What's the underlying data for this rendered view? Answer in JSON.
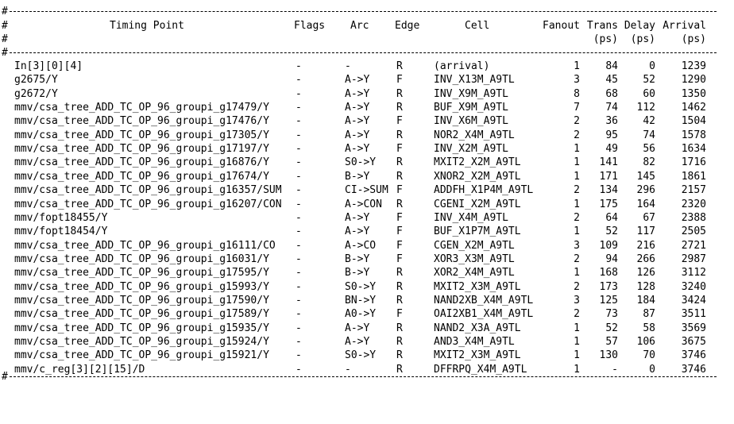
{
  "header": {
    "comment_mark": "#",
    "timing_point": "Timing Point",
    "flags": "Flags",
    "arc": "Arc",
    "edge": "Edge",
    "cell": "Cell",
    "fanout": "Fanout",
    "trans": "Trans",
    "trans_unit": "(ps)",
    "delay": "Delay",
    "delay_unit": "(ps)",
    "arrival": "Arrival",
    "arrival_unit": "(ps)"
  },
  "rows": [
    {
      "point": "In[3][0][4]",
      "flags": "-",
      "arc": "-",
      "edge": "R",
      "cell": "(arrival)",
      "fanout": "1",
      "trans": "84",
      "delay": "0",
      "arrival": "1239"
    },
    {
      "point": "g2675/Y",
      "flags": "-",
      "arc": "A->Y",
      "edge": "F",
      "cell": "INV_X13M_A9TL",
      "fanout": "3",
      "trans": "45",
      "delay": "52",
      "arrival": "1290"
    },
    {
      "point": "g2672/Y",
      "flags": "-",
      "arc": "A->Y",
      "edge": "R",
      "cell": "INV_X9M_A9TL",
      "fanout": "8",
      "trans": "68",
      "delay": "60",
      "arrival": "1350"
    },
    {
      "point": "mmv/csa_tree_ADD_TC_OP_96_groupi_g17479/Y",
      "flags": "-",
      "arc": "A->Y",
      "edge": "R",
      "cell": "BUF_X9M_A9TL",
      "fanout": "7",
      "trans": "74",
      "delay": "112",
      "arrival": "1462"
    },
    {
      "point": "mmv/csa_tree_ADD_TC_OP_96_groupi_g17476/Y",
      "flags": "-",
      "arc": "A->Y",
      "edge": "F",
      "cell": "INV_X6M_A9TL",
      "fanout": "2",
      "trans": "36",
      "delay": "42",
      "arrival": "1504"
    },
    {
      "point": "mmv/csa_tree_ADD_TC_OP_96_groupi_g17305/Y",
      "flags": "-",
      "arc": "A->Y",
      "edge": "R",
      "cell": "NOR2_X4M_A9TL",
      "fanout": "2",
      "trans": "95",
      "delay": "74",
      "arrival": "1578"
    },
    {
      "point": "mmv/csa_tree_ADD_TC_OP_96_groupi_g17197/Y",
      "flags": "-",
      "arc": "A->Y",
      "edge": "F",
      "cell": "INV_X2M_A9TL",
      "fanout": "1",
      "trans": "49",
      "delay": "56",
      "arrival": "1634"
    },
    {
      "point": "mmv/csa_tree_ADD_TC_OP_96_groupi_g16876/Y",
      "flags": "-",
      "arc": "S0->Y",
      "edge": "R",
      "cell": "MXIT2_X2M_A9TL",
      "fanout": "1",
      "trans": "141",
      "delay": "82",
      "arrival": "1716"
    },
    {
      "point": "mmv/csa_tree_ADD_TC_OP_96_groupi_g17674/Y",
      "flags": "-",
      "arc": "B->Y",
      "edge": "R",
      "cell": "XNOR2_X2M_A9TL",
      "fanout": "1",
      "trans": "171",
      "delay": "145",
      "arrival": "1861"
    },
    {
      "point": "mmv/csa_tree_ADD_TC_OP_96_groupi_g16357/SUM",
      "flags": "-",
      "arc": "CI->SUM",
      "edge": "F",
      "cell": "ADDFH_X1P4M_A9TL",
      "fanout": "2",
      "trans": "134",
      "delay": "296",
      "arrival": "2157"
    },
    {
      "point": "mmv/csa_tree_ADD_TC_OP_96_groupi_g16207/CON",
      "flags": "-",
      "arc": "A->CON",
      "edge": "R",
      "cell": "CGENI_X2M_A9TL",
      "fanout": "1",
      "trans": "175",
      "delay": "164",
      "arrival": "2320"
    },
    {
      "point": "mmv/fopt18455/Y",
      "flags": "-",
      "arc": "A->Y",
      "edge": "F",
      "cell": "INV_X4M_A9TL",
      "fanout": "2",
      "trans": "64",
      "delay": "67",
      "arrival": "2388"
    },
    {
      "point": "mmv/fopt18454/Y",
      "flags": "-",
      "arc": "A->Y",
      "edge": "F",
      "cell": "BUF_X1P7M_A9TL",
      "fanout": "1",
      "trans": "52",
      "delay": "117",
      "arrival": "2505"
    },
    {
      "point": "mmv/csa_tree_ADD_TC_OP_96_groupi_g16111/CO",
      "flags": "-",
      "arc": "A->CO",
      "edge": "F",
      "cell": "CGEN_X2M_A9TL",
      "fanout": "3",
      "trans": "109",
      "delay": "216",
      "arrival": "2721"
    },
    {
      "point": "mmv/csa_tree_ADD_TC_OP_96_groupi_g16031/Y",
      "flags": "-",
      "arc": "B->Y",
      "edge": "F",
      "cell": "XOR3_X3M_A9TL",
      "fanout": "2",
      "trans": "94",
      "delay": "266",
      "arrival": "2987"
    },
    {
      "point": "mmv/csa_tree_ADD_TC_OP_96_groupi_g17595/Y",
      "flags": "-",
      "arc": "B->Y",
      "edge": "R",
      "cell": "XOR2_X4M_A9TL",
      "fanout": "1",
      "trans": "168",
      "delay": "126",
      "arrival": "3112"
    },
    {
      "point": "mmv/csa_tree_ADD_TC_OP_96_groupi_g15993/Y",
      "flags": "-",
      "arc": "S0->Y",
      "edge": "R",
      "cell": "MXIT2_X3M_A9TL",
      "fanout": "2",
      "trans": "173",
      "delay": "128",
      "arrival": "3240"
    },
    {
      "point": "mmv/csa_tree_ADD_TC_OP_96_groupi_g17590/Y",
      "flags": "-",
      "arc": "BN->Y",
      "edge": "R",
      "cell": "NAND2XB_X4M_A9TL",
      "fanout": "3",
      "trans": "125",
      "delay": "184",
      "arrival": "3424"
    },
    {
      "point": "mmv/csa_tree_ADD_TC_OP_96_groupi_g17589/Y",
      "flags": "-",
      "arc": "A0->Y",
      "edge": "F",
      "cell": "OAI2XB1_X4M_A9TL",
      "fanout": "2",
      "trans": "73",
      "delay": "87",
      "arrival": "3511"
    },
    {
      "point": "mmv/csa_tree_ADD_TC_OP_96_groupi_g15935/Y",
      "flags": "-",
      "arc": "A->Y",
      "edge": "R",
      "cell": "NAND2_X3A_A9TL",
      "fanout": "1",
      "trans": "52",
      "delay": "58",
      "arrival": "3569"
    },
    {
      "point": "mmv/csa_tree_ADD_TC_OP_96_groupi_g15924/Y",
      "flags": "-",
      "arc": "A->Y",
      "edge": "R",
      "cell": "AND3_X4M_A9TL",
      "fanout": "1",
      "trans": "57",
      "delay": "106",
      "arrival": "3675"
    },
    {
      "point": "mmv/csa_tree_ADD_TC_OP_96_groupi_g15921/Y",
      "flags": "-",
      "arc": "S0->Y",
      "edge": "R",
      "cell": "MXIT2_X3M_A9TL",
      "fanout": "1",
      "trans": "130",
      "delay": "70",
      "arrival": "3746"
    },
    {
      "point": "mmv/c_reg[3][2][15]/D",
      "flags": "-",
      "arc": "-",
      "edge": "R",
      "cell": "DFFRPQ_X4M_A9TL",
      "fanout": "1",
      "trans": "-",
      "delay": "0",
      "arrival": "3746"
    }
  ]
}
